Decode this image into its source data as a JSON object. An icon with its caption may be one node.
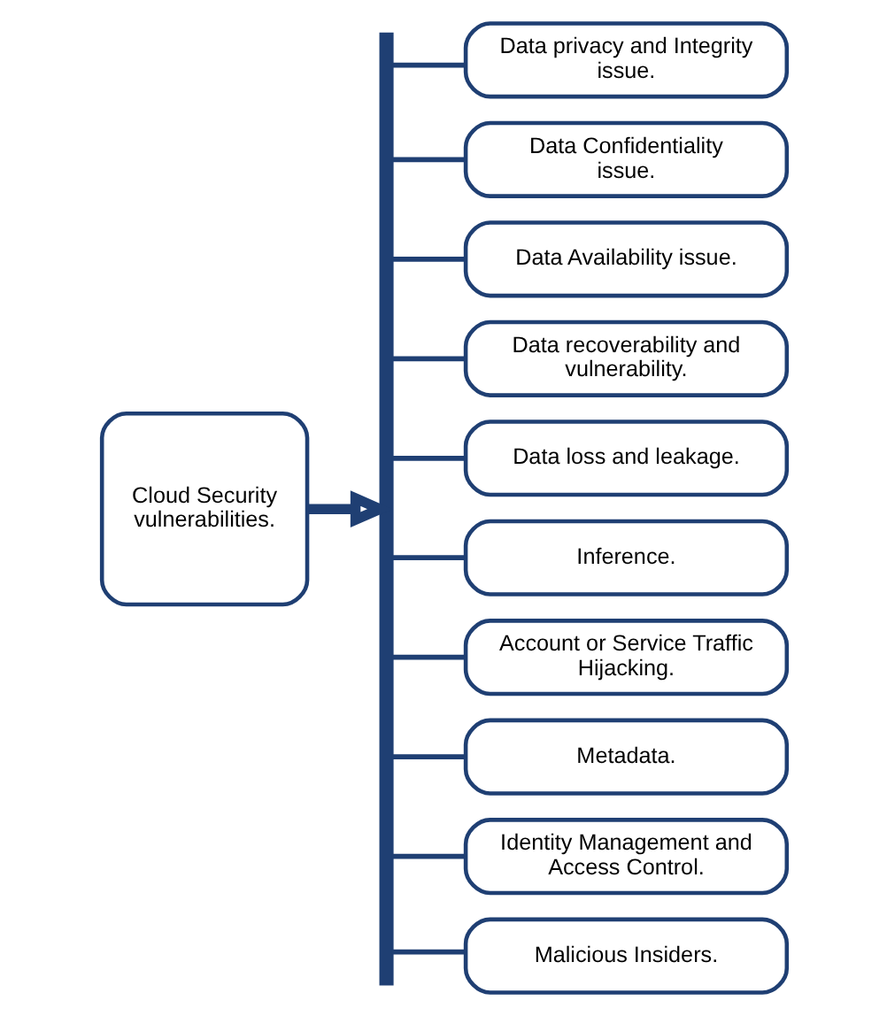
{
  "diagram": {
    "nodes": [
      {
        "text": [
          "Cloud Security vulnerabilities."
        ]
      },
      {
        "text": [],
        "shape": "bar"
      },
      {
        "text": [
          "Data privacy and Integrity issue."
        ]
      },
      {
        "text": [
          "Data Confidentiality issue."
        ]
      },
      {
        "text": [
          "Data Availability issue."
        ]
      },
      {
        "text": [
          "Data recoverability and vulnerability."
        ]
      },
      {
        "text": [
          "Data loss and leakage."
        ]
      },
      {
        "text": [
          "Inference."
        ]
      },
      {
        "text": [
          "Account or Service Traffic Hijacking."
        ]
      },
      {
        "text": [
          "Metadata."
        ]
      },
      {
        "text": [
          "Identity Management and Access Control."
        ]
      },
      {
        "text": [
          "Malicious Insiders."
        ]
      }
    ],
    "edges": [
      {
        "from": 0,
        "to": 1,
        "arrow": "to",
        "style": "thick"
      },
      {
        "from": 1,
        "to": 2,
        "arrow": "none"
      },
      {
        "from": 1,
        "to": 3,
        "arrow": "none"
      },
      {
        "from": 1,
        "to": 4,
        "arrow": "none"
      },
      {
        "from": 1,
        "to": 5,
        "arrow": "none"
      },
      {
        "from": 1,
        "to": 6,
        "arrow": "none"
      },
      {
        "from": 1,
        "to": 7,
        "arrow": "none"
      },
      {
        "from": 1,
        "to": 8,
        "arrow": "none"
      },
      {
        "from": 1,
        "to": 9,
        "arrow": "none"
      },
      {
        "from": 1,
        "to": 10,
        "arrow": "none"
      },
      {
        "from": 1,
        "to": 11,
        "arrow": "none"
      }
    ]
  }
}
